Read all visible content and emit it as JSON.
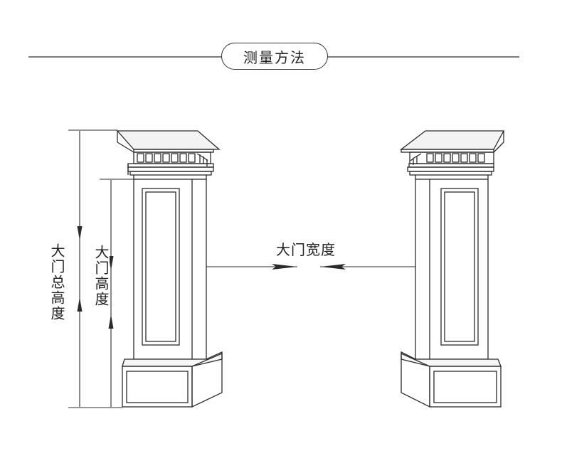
{
  "title": "测量方法",
  "labels": {
    "total_height": "大门总高度",
    "gate_height": "大门高度",
    "gate_width": "大门宽度"
  },
  "colors": {
    "line": "#2b2b2b",
    "background": "#ffffff"
  },
  "icons": {
    "pillar_left": "gate-pillar",
    "pillar_right": "gate-pillar"
  }
}
